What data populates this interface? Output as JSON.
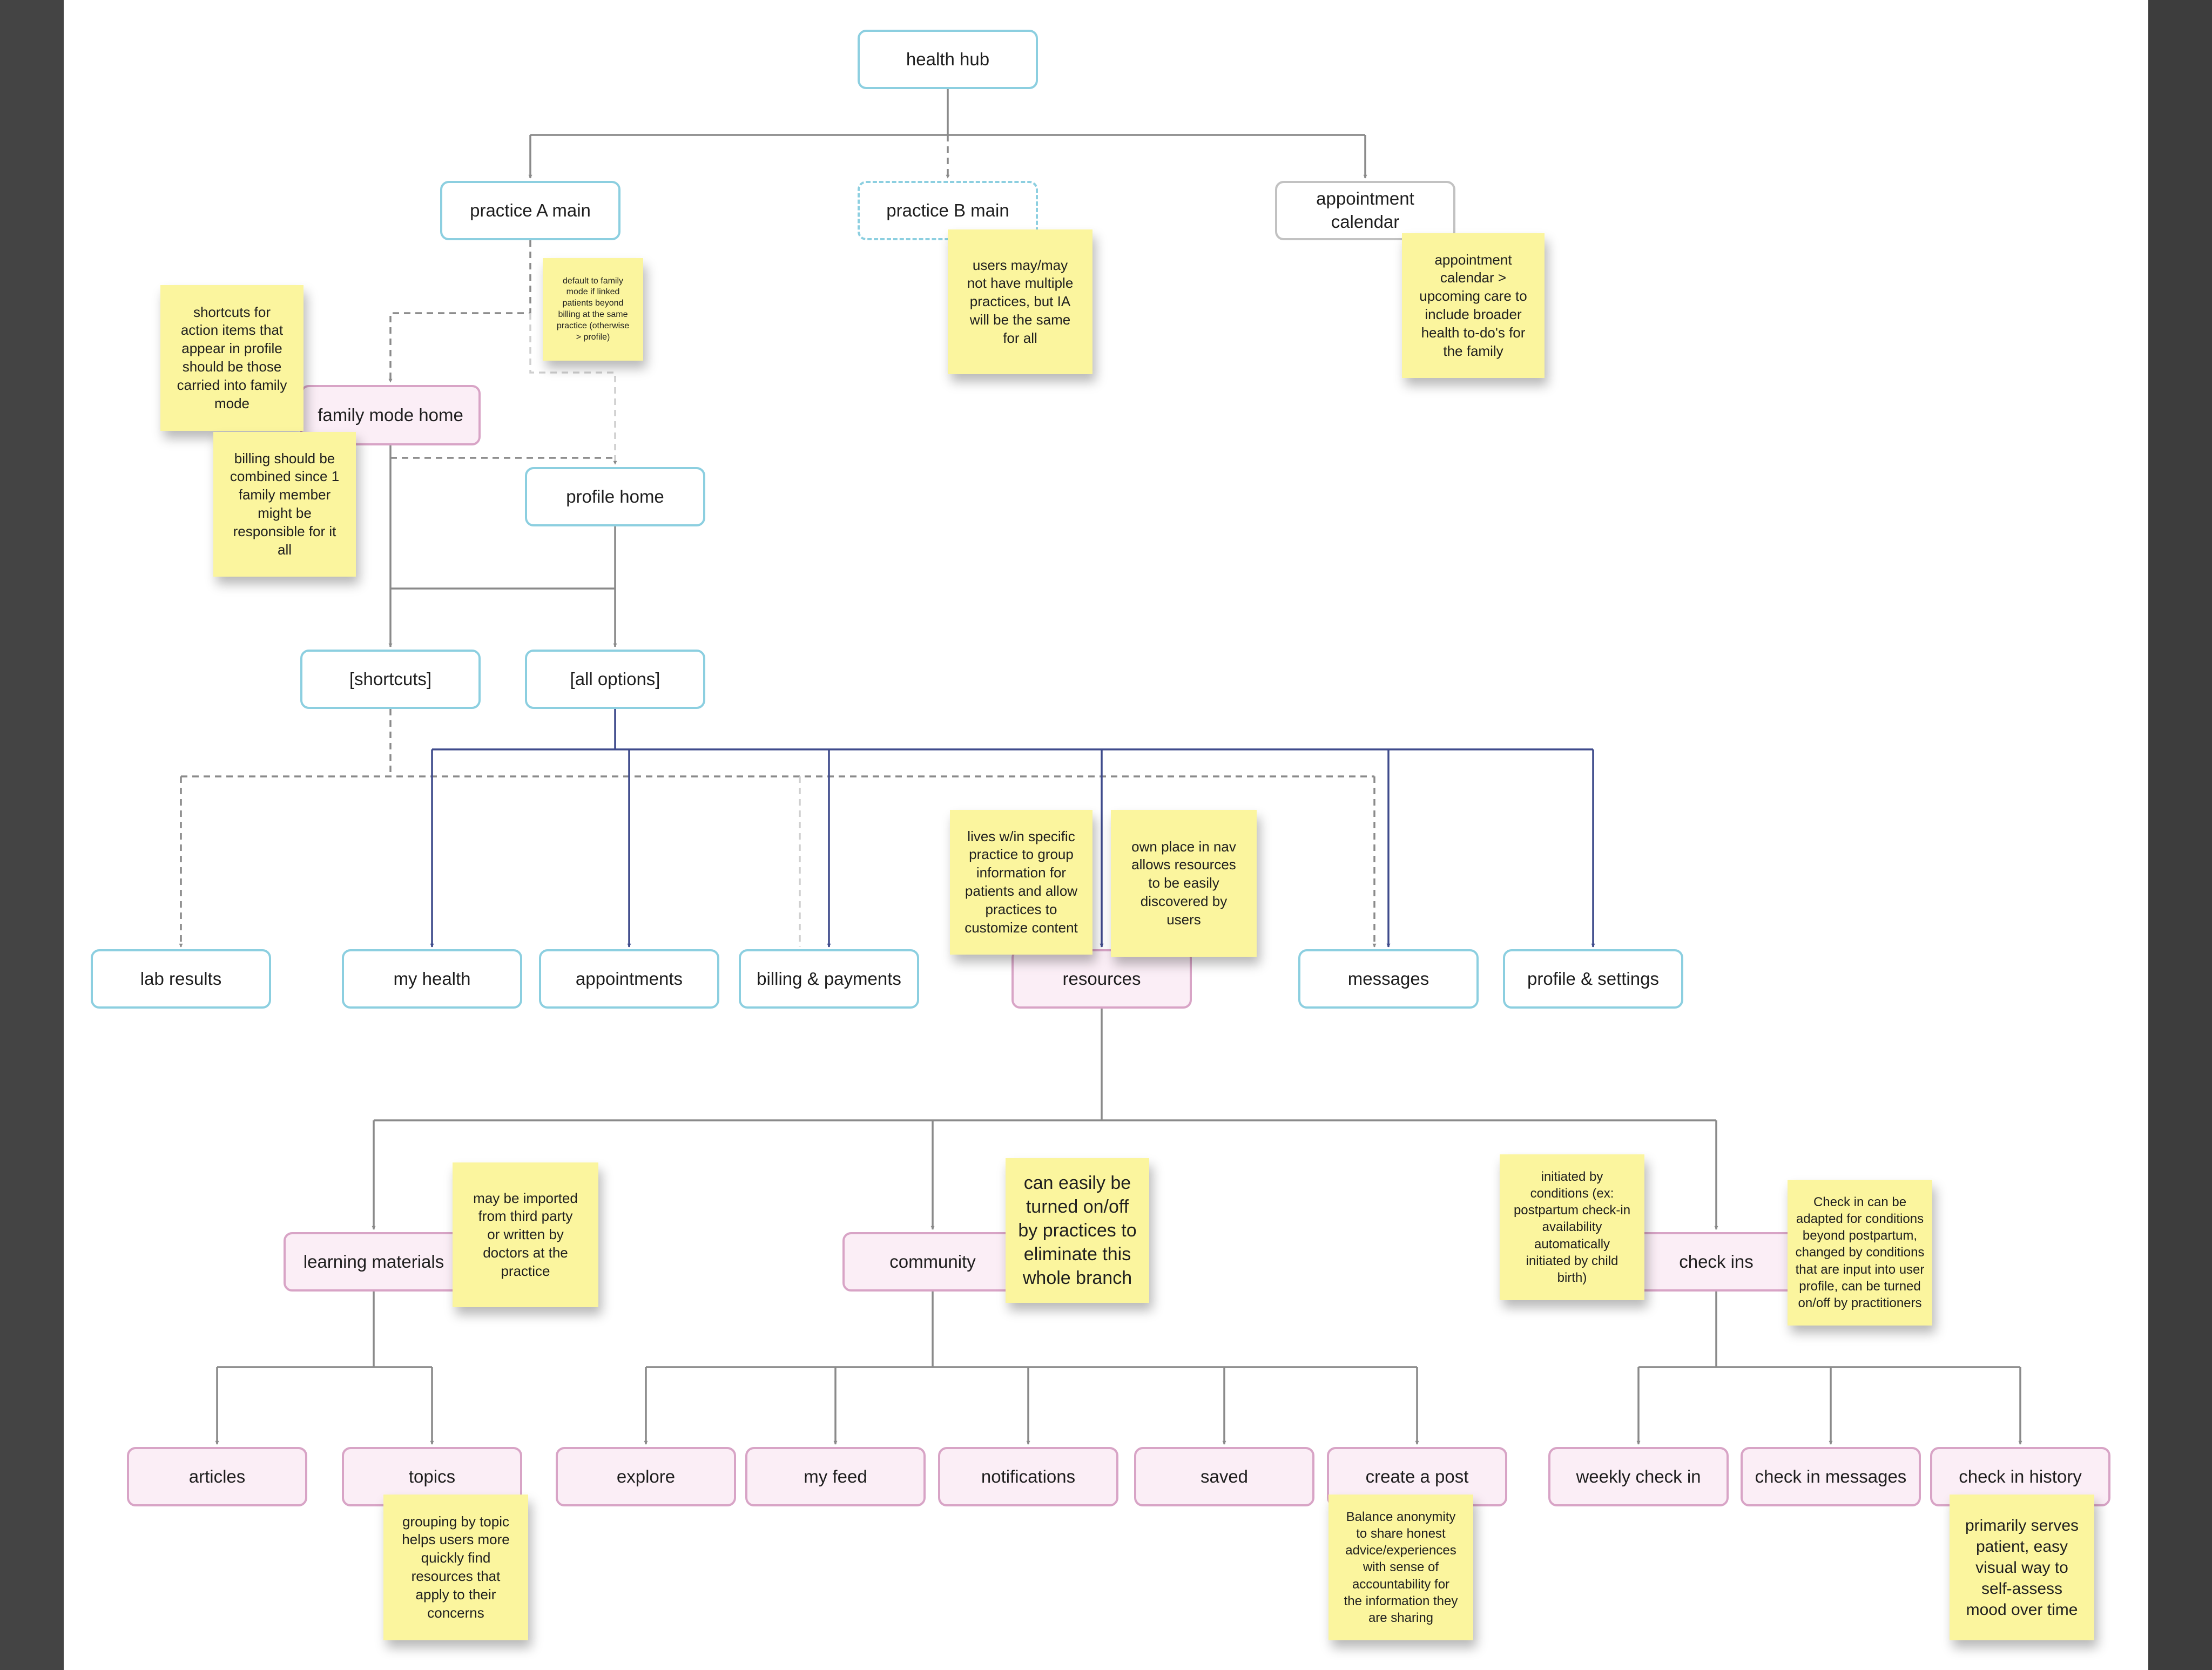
{
  "nodes": {
    "health_hub": "health hub",
    "practice_a": "practice A main",
    "practice_b": "practice B main",
    "appt_calendar": "appointment\ncalendar",
    "family_mode_home": "family mode home",
    "profile_home": "profile home",
    "shortcuts": "[shortcuts]",
    "all_options": "[all options]",
    "lab_results": "lab results",
    "my_health": "my health",
    "appointments": "appointments",
    "billing": "billing & payments",
    "resources": "resources",
    "messages": "messages",
    "profile_settings": "profile & settings",
    "learning_materials": "learning materials",
    "community": "community",
    "check_ins": "check ins",
    "articles": "articles",
    "topics": "topics",
    "explore": "explore",
    "my_feed": "my feed",
    "notifications": "notifications",
    "saved": "saved",
    "create_post": "create a post",
    "weekly_check_in": "weekly check in",
    "check_in_messages": "check in messages",
    "check_in_history": "check in history"
  },
  "notes": {
    "default_family": "default to family\nmode if linked\npatients beyond\nbilling at the same\npractice (otherwise\n> profile)",
    "multiple_practices": "users may/may\nnot have multiple\npractices, but IA\nwill be the same\nfor all",
    "calendar": "appointment\ncalendar >\nupcoming care to\ninclude broader\nhealth to-do's for\nthe family",
    "shortcuts_profile": "shortcuts for\naction items that\nappear in profile\nshould be those\ncarried into family\nmode",
    "billing_combined": "billing should be\ncombined since 1\nfamily member\nmight be\nresponsible for it\nall",
    "lives_within": "lives w/in specific\npractice to group\ninformation for\npatients and allow\npractices to\ncustomize content",
    "own_place": "own place in nav\nallows resources\nto be easily\ndiscovered by\nusers",
    "imported": "may be imported\nfrom third party\nor written by\ndoctors at the\npractice",
    "turned_on_off": "can easily be\nturned on/off\nby practices to\neliminate this\nwhole branch",
    "initiated": "initiated by\nconditions (ex:\npostpartum check-in\navailability\nautomatically\ninitiated by child\nbirth)",
    "adapted": "Check in can be\nadapted for conditions\nbeyond postpartum,\nchanged by conditions\nthat are input into user\nprofile, can be turned\non/off by practitioners",
    "grouping": "grouping by topic\nhelps users more\nquickly find\nresources that\napply to their\nconcerns",
    "anonymity": "Balance anonymity\nto share honest\nadvice/experiences\nwith sense of\naccountability for\nthe information they\nare sharing",
    "primarily": "primarily serves\npatient, easy\nvisual way to\nself-assess\nmood over time"
  },
  "colors": {
    "node_border_blue": "#8ccfe0",
    "node_border_pink": "#d8a4c6",
    "node_fill_pink": "#fbeef6",
    "connector_gray": "#8a8a8a",
    "connector_navy": "#3f4b8c",
    "sticky_yellow": "#fbf59e"
  }
}
